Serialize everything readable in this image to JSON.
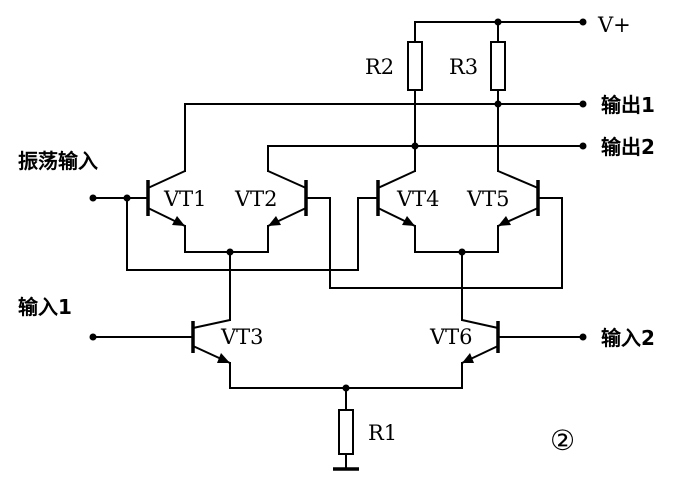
{
  "labels": {
    "vplus": "V+",
    "r1": "R1",
    "r2": "R2",
    "r3": "R3",
    "out1": "输出1",
    "out2": "输出2",
    "osc_in": "振荡输入",
    "in1": "输入1",
    "in2": "输入2",
    "vt1": "VT1",
    "vt2": "VT2",
    "vt3": "VT3",
    "vt4": "VT4",
    "vt5": "VT5",
    "vt6": "VT6",
    "figure_number": "②"
  }
}
